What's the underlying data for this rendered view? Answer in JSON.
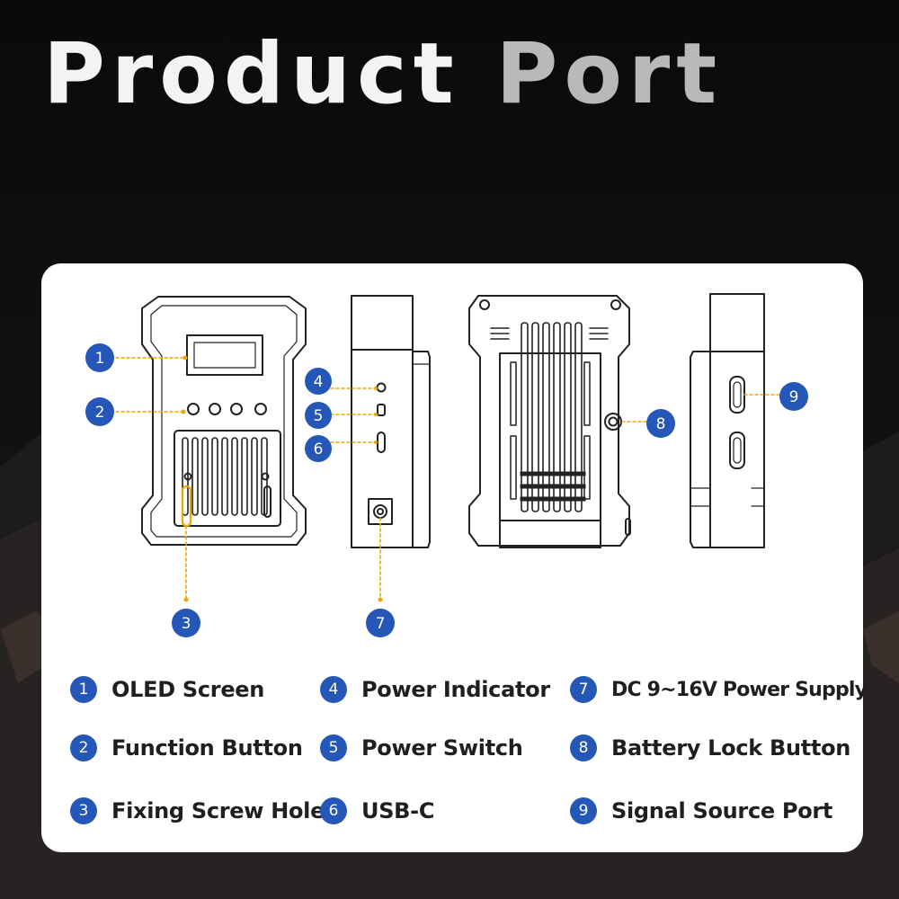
{
  "title": {
    "word1": "Product",
    "word2": "Port"
  },
  "colors": {
    "badge": "#2557b8",
    "leader": "#f0a500",
    "background": "#0b0b0c",
    "panel": "#ffffff"
  },
  "callouts": [
    "1",
    "2",
    "3",
    "4",
    "5",
    "6",
    "7",
    "8",
    "9"
  ],
  "legend": [
    {
      "number": "1",
      "label": "OLED Screen"
    },
    {
      "number": "2",
      "label": "Function Button"
    },
    {
      "number": "3",
      "label": "Fixing Screw Hole"
    },
    {
      "number": "4",
      "label": "Power Indicator"
    },
    {
      "number": "5",
      "label": "Power Switch"
    },
    {
      "number": "6",
      "label": "USB-C"
    },
    {
      "number": "7",
      "label": "DC 9~16V Power Supply"
    },
    {
      "number": "8",
      "label": "Battery Lock Button"
    },
    {
      "number": "9",
      "label": "Signal Source Port"
    }
  ]
}
